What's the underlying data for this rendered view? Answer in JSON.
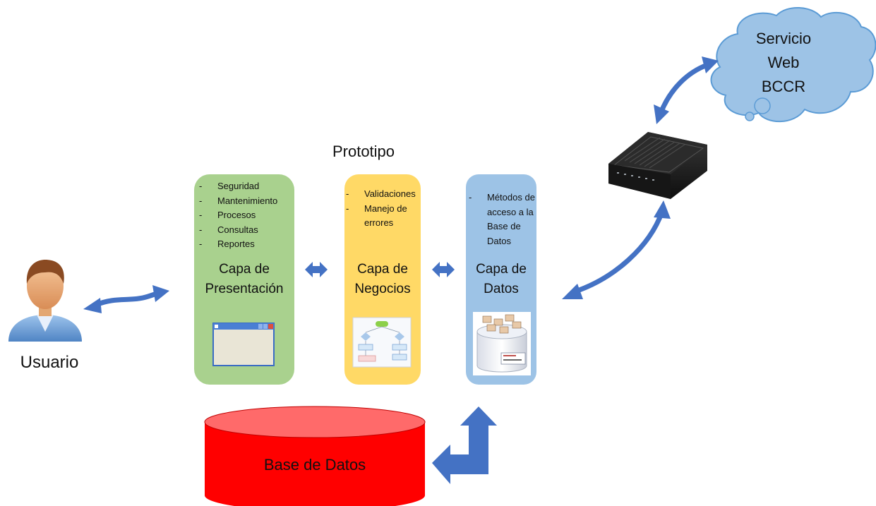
{
  "title": "Prototipo",
  "user": {
    "label": "Usuario"
  },
  "cloud": {
    "lines": [
      "Servicio",
      "Web",
      "BCCR"
    ]
  },
  "database": {
    "label": "Base de Datos"
  },
  "layers": [
    {
      "title_lines": [
        "Capa de",
        "Presentación"
      ],
      "items": [
        "Seguridad",
        "Mantenimiento",
        "Procesos",
        "Consultas",
        "Reportes"
      ],
      "color": "#a9d18e"
    },
    {
      "title_lines": [
        "Capa de",
        "Negocios"
      ],
      "items": [
        "Validaciones",
        "Manejo de errores"
      ],
      "color": "#ffd966"
    },
    {
      "title_lines": [
        "Capa de",
        "Datos"
      ],
      "items": [
        "Métodos de acceso a la Base de Datos"
      ],
      "color": "#9dc3e6"
    }
  ],
  "colors": {
    "arrow": "#4472c4",
    "db_fill": "#ff0000",
    "cloud_fill": "#9dc3e6"
  },
  "icons": [
    "user-icon",
    "router-icon",
    "window-icon",
    "flowchart-icon",
    "database-icon"
  ]
}
